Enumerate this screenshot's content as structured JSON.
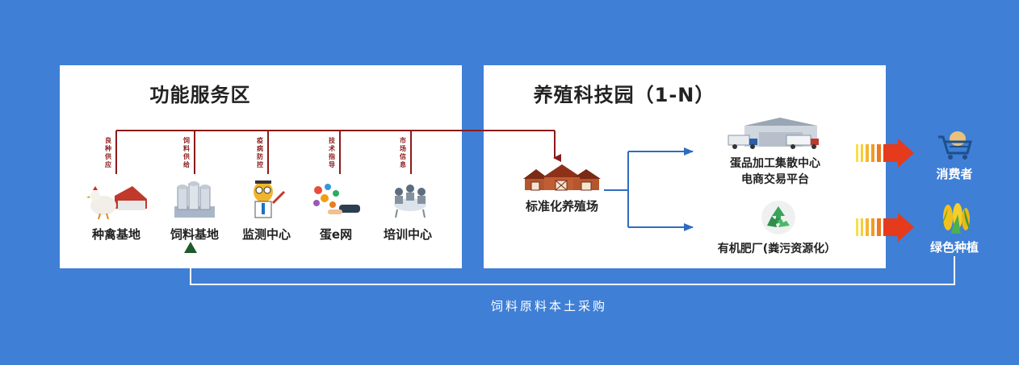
{
  "titles": {
    "left": "功能服务区",
    "right": "养殖科技园（1-N）"
  },
  "services": [
    {
      "label": "良种供应",
      "node": "种禽基地",
      "icon": "chicken-icon"
    },
    {
      "label": "饲料供给",
      "node": "饲料基地",
      "icon": "silo-icon"
    },
    {
      "label": "疫病防控",
      "node": "监测中心",
      "icon": "doctor-icon"
    },
    {
      "label": "技术指导",
      "node": "蛋e网",
      "icon": "eggs-network-icon"
    },
    {
      "label": "市场信息",
      "node": "培训中心",
      "icon": "meeting-icon"
    }
  ],
  "farm": {
    "label": "标准化养殖场",
    "icon": "barn-icon"
  },
  "processing": {
    "line1": "蛋品加工集散中心",
    "line2": "电商交易平台",
    "icon": "warehouse-truck-icon"
  },
  "fertilizer": {
    "label": "有机肥厂(粪污资源化）",
    "icon": "recycle-icon"
  },
  "outputs": {
    "consumer": {
      "label": "消费者",
      "icon": "shopping-cart-icon"
    },
    "planting": {
      "label": "绿色种植",
      "icon": "corn-icon"
    }
  },
  "feedback": {
    "label": "饲料原料本土采购"
  },
  "colors": {
    "background": "#3f7fd6",
    "service_line": "#8b1a1a",
    "blue_arrow": "#2f6cc0",
    "feedback_arrow": "#1f5a2a"
  }
}
